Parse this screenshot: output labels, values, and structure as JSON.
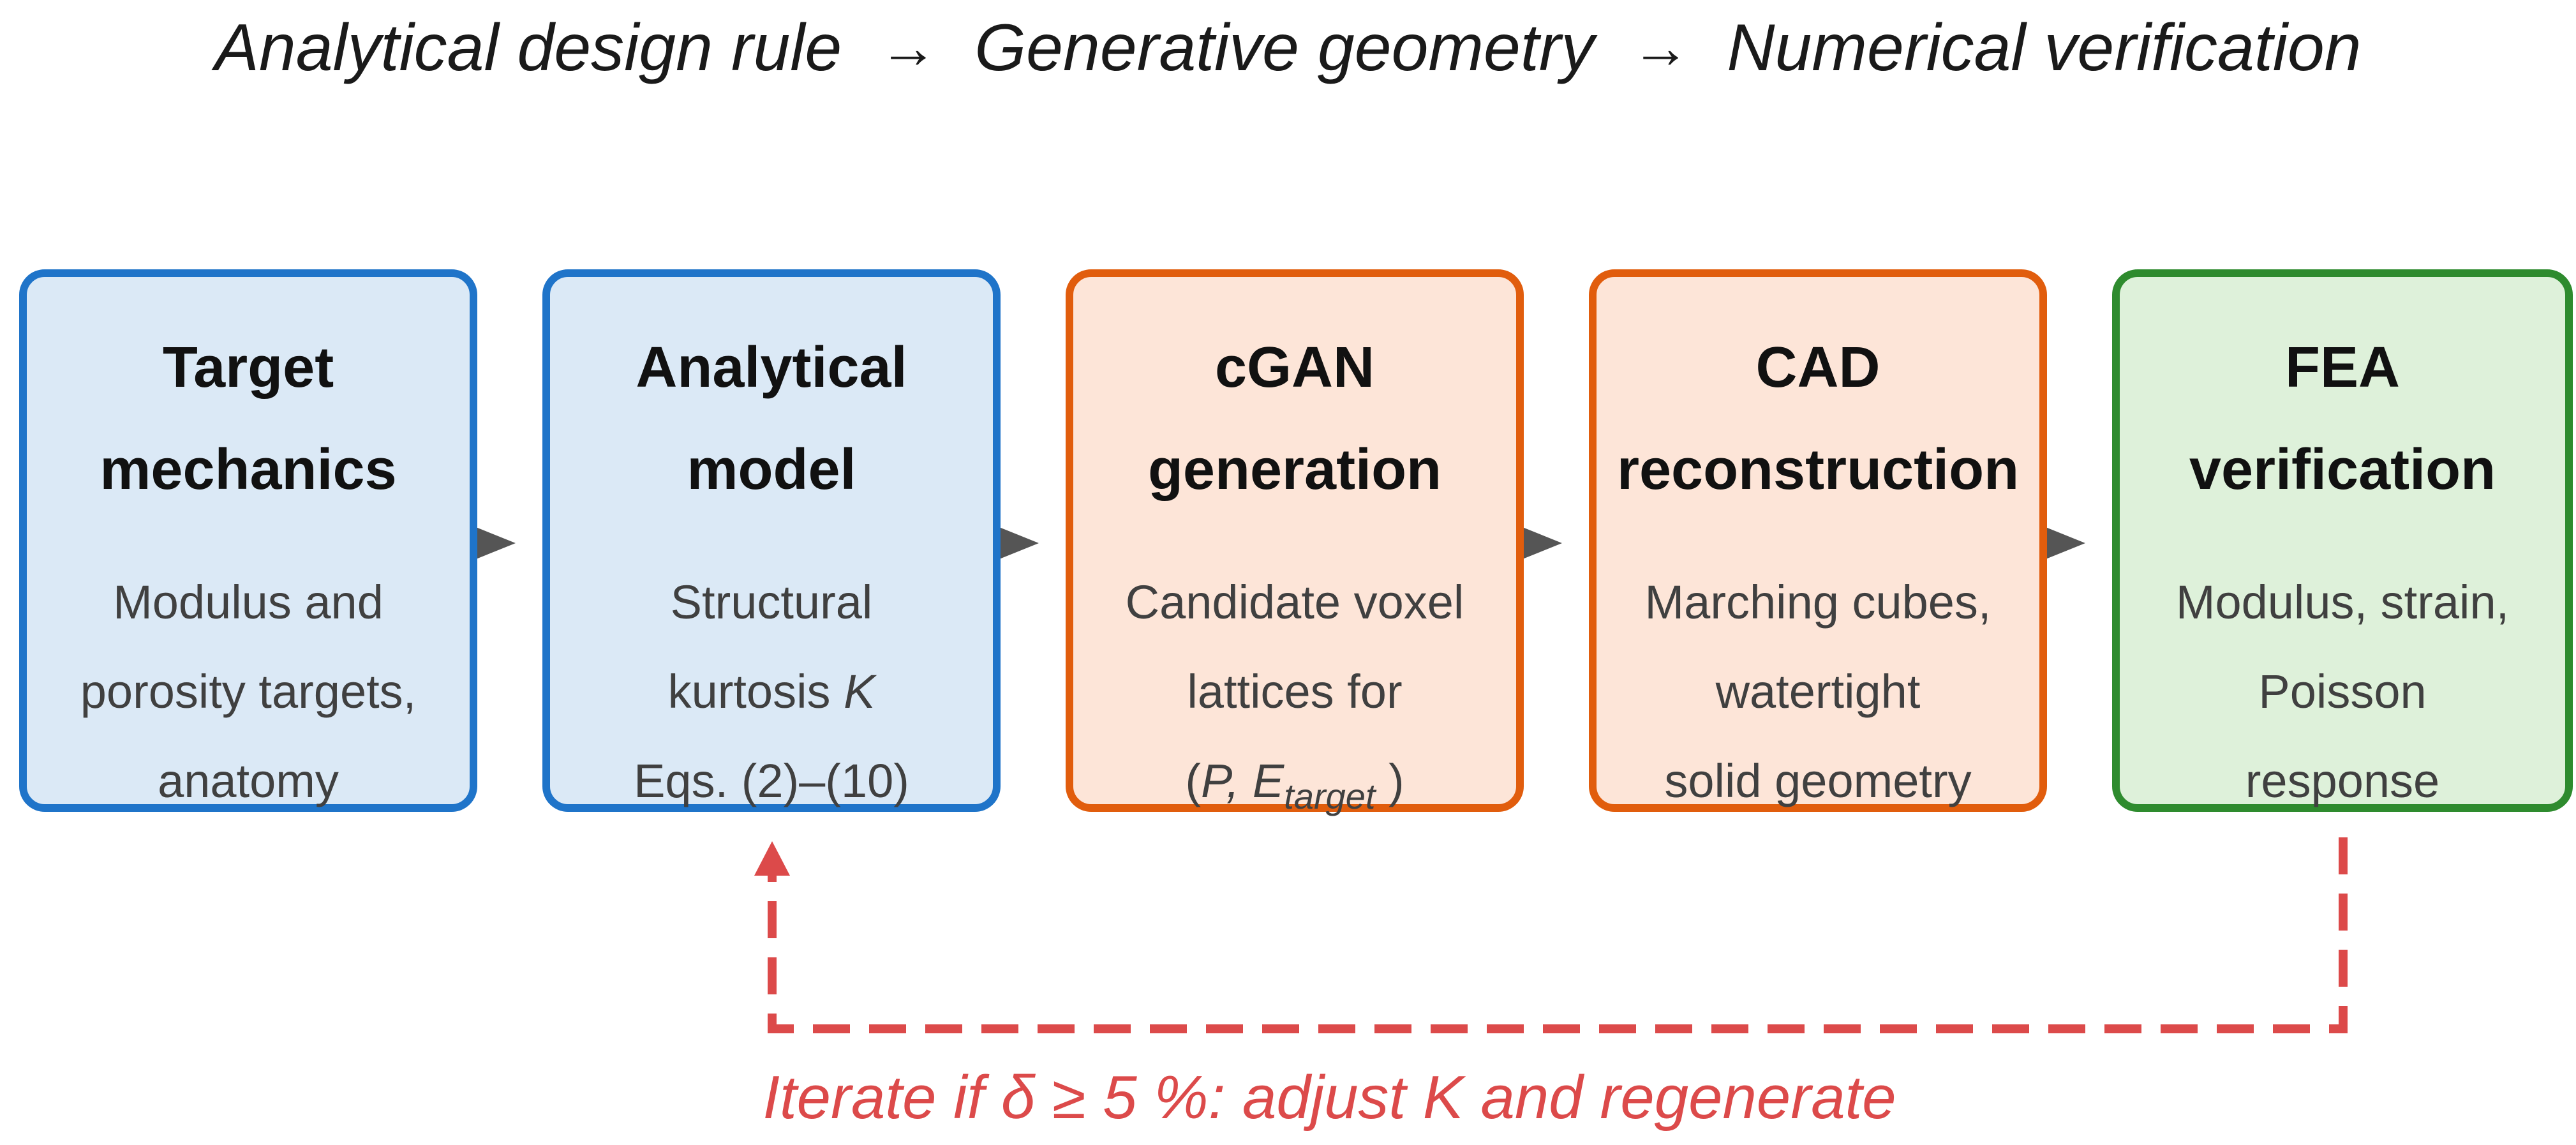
{
  "title": {
    "part1": "Analytical design rule",
    "arrow1": "→",
    "part2": "Generative geometry",
    "arrow2": "→",
    "part3": "Numerical verification"
  },
  "boxes": [
    {
      "head": [
        "Target",
        "mechanics"
      ],
      "desc": [
        "Modulus and",
        "porosity targets,",
        "anatomy"
      ]
    },
    {
      "head": [
        "Analytical",
        "model"
      ],
      "desc_line1": "Structural",
      "desc_line2_text": "kurtosis ",
      "desc_line2_var": "K",
      "desc_line3": "Eqs. (2)–(10)"
    },
    {
      "head": [
        "cGAN",
        "generation"
      ],
      "desc_line1": "Candidate voxel",
      "desc_line2": "lattices for",
      "desc_line3_open": "(",
      "desc_line3_vars": "P, E",
      "desc_line3_sub": "target",
      "desc_line3_close": " )"
    },
    {
      "head": [
        "CAD",
        "reconstruction"
      ],
      "desc": [
        "Marching cubes,",
        "watertight",
        "solid geometry"
      ]
    },
    {
      "head": [
        "FEA",
        "verification"
      ],
      "desc": [
        "Modulus, strain,",
        "Poisson",
        "response"
      ]
    }
  ],
  "feedback": {
    "label": "Iterate if δ ≥ 5 %: adjust K and regenerate"
  },
  "colors": {
    "blue_border": "#1f74c9",
    "blue_fill": "#dbe9f6",
    "orange_border": "#e15d0d",
    "orange_fill": "#fde5d8",
    "green_border": "#2e8b2e",
    "green_fill": "#def1da",
    "connector": "#555555",
    "feedback": "#dc4a4a"
  }
}
